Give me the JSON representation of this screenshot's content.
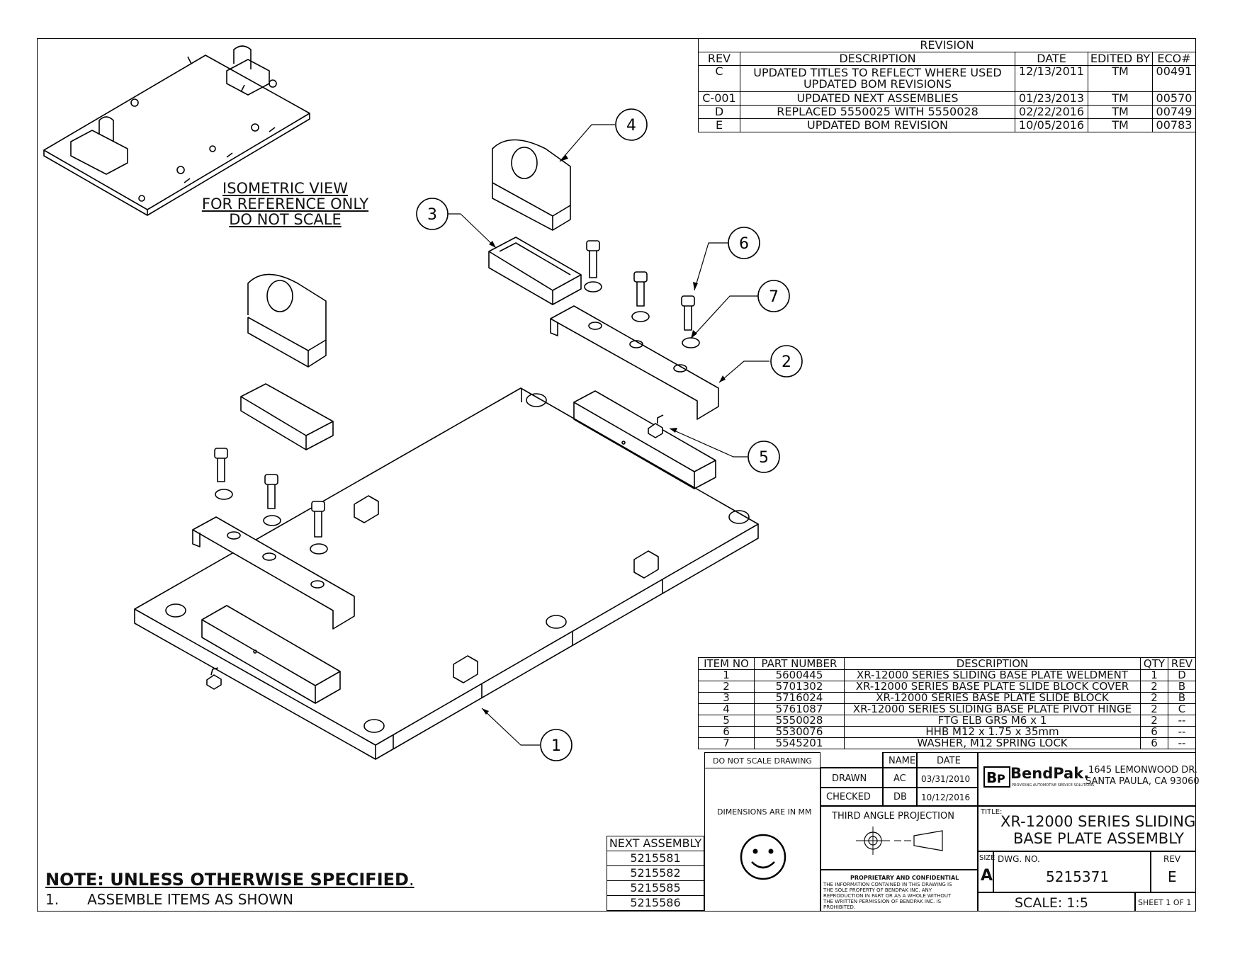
{
  "revision_table": {
    "title": "REVISION",
    "headers": [
      "REV",
      "DESCRIPTION",
      "DATE",
      "EDITED BY",
      "ECO#"
    ],
    "rows": [
      {
        "rev": "C",
        "description": "UPDATED TITLES TO REFLECT WHERE USED",
        "description2": "UPDATED BOM REVISIONS",
        "date": "12/13/2011",
        "edited_by": "TM",
        "eco": "00491"
      },
      {
        "rev": "C-001",
        "description": "UPDATED NEXT ASSEMBLIES",
        "date": "01/23/2013",
        "edited_by": "TM",
        "eco": "00570"
      },
      {
        "rev": "D",
        "description": "REPLACED 5550025 WITH 5550028",
        "date": "02/22/2016",
        "edited_by": "TM",
        "eco": "00749"
      },
      {
        "rev": "E",
        "description": "UPDATED BOM REVISION",
        "date": "10/05/2016",
        "edited_by": "TM",
        "eco": "00783"
      }
    ]
  },
  "isometric_note": [
    "ISOMETRIC VIEW",
    "FOR REFERENCE ONLY",
    "DO NOT SCALE"
  ],
  "balloons": [
    "1",
    "2",
    "3",
    "4",
    "5",
    "6",
    "7"
  ],
  "bom": {
    "headers": [
      "ITEM NO",
      "PART NUMBER",
      "DESCRIPTION",
      "QTY",
      "REV"
    ],
    "rows": [
      {
        "item": "1",
        "part": "5600445",
        "description": "XR-12000 SERIES SLIDING BASE PLATE WELDMENT",
        "qty": "1",
        "rev": "D"
      },
      {
        "item": "2",
        "part": "5701302",
        "description": "XR-12000 SERIES BASE PLATE SLIDE BLOCK COVER",
        "qty": "2",
        "rev": "B"
      },
      {
        "item": "3",
        "part": "5716024",
        "description": "XR-12000 SERIES BASE PLATE SLIDE BLOCK",
        "qty": "2",
        "rev": "B"
      },
      {
        "item": "4",
        "part": "5761087",
        "description": "XR-12000 SERIES SLIDING BASE PLATE PIVOT HINGE",
        "qty": "2",
        "rev": "C"
      },
      {
        "item": "5",
        "part": "5550028",
        "description": "FTG ELB GRS M6 x 1",
        "qty": "2",
        "rev": "--"
      },
      {
        "item": "6",
        "part": "5530076",
        "description": "HHB M12 x 1.75 x 35mm",
        "qty": "6",
        "rev": "--"
      },
      {
        "item": "7",
        "part": "5545201",
        "description": "WASHER, M12 SPRING LOCK",
        "qty": "6",
        "rev": "--"
      }
    ]
  },
  "next_assembly": {
    "title": "NEXT ASSEMBLY",
    "items": [
      "5215581",
      "5215582",
      "5215585",
      "5215586"
    ]
  },
  "title_block": {
    "do_not_scale": "DO NOT SCALE DRAWING",
    "dimensions": "DIMENSIONS ARE IN MM",
    "name_header": "NAME",
    "date_header": "DATE",
    "drawn_label": "DRAWN",
    "drawn_name": "AC",
    "drawn_date": "03/31/2010",
    "checked_label": "CHECKED",
    "checked_name": "DB",
    "checked_date": "10/12/2016",
    "projection": "THIRD ANGLE PROJECTION",
    "proprietary_title": "PROPRIETARY AND CONFIDENTIAL",
    "proprietary_lines": [
      "THE INFORMATION CONTAINED IN THIS DRAWING IS",
      "THE SOLE PROPERTY OF BENDPAK INC. ANY",
      "REPRODUCTION IN PART OR AS A WHOLE WITHOUT",
      "THE WRITTEN PERMISSION OF BENDPAK INC. IS",
      "PROHIBITED."
    ],
    "company": "BendPak.",
    "tagline": "PROVIDING AUTOMOTIVE SERVICE SOLUTIONS",
    "address1": "1645 LEMONWOOD DR.",
    "address2": "SANTA PAULA, CA 93060",
    "title_label": "TITLE:",
    "title_line1": "XR-12000 SERIES SLIDING",
    "title_line2": "BASE PLATE ASSEMBLY",
    "size_label": "SIZE",
    "size": "A",
    "dwg_label": "DWG.  NO.",
    "dwg_no": "5215371",
    "rev_label": "REV",
    "rev": "E",
    "scale": "SCALE: 1:5",
    "sheet": "SHEET 1 OF 1"
  },
  "note": {
    "title": "NOTE: UNLESS OTHERWISE SPECIFIED",
    "title_suffix": ".",
    "line_number": "1.",
    "line_text": "ASSEMBLE ITEMS AS SHOWN"
  }
}
